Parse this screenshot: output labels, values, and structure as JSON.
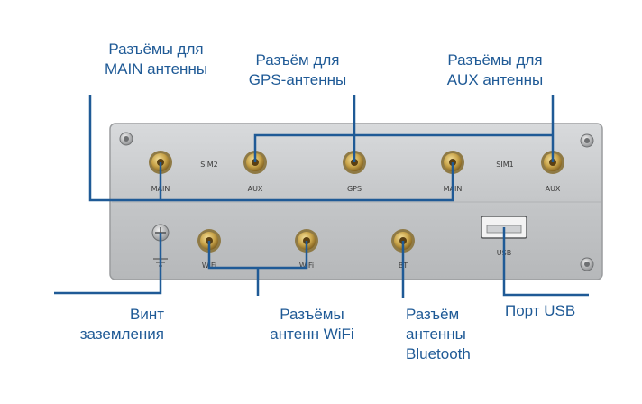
{
  "callouts": {
    "main": {
      "line1": "Разъёмы для",
      "line2": "MAIN антенны"
    },
    "gps": {
      "line1": "Разъём для",
      "line2": "GPS-антенны"
    },
    "aux": {
      "line1": "Разъёмы для",
      "line2": "AUX антенны"
    },
    "ground": {
      "line1": "Винт",
      "line2": "заземления"
    },
    "wifi": {
      "line1": "Разъёмы",
      "line2": "антенн WiFi"
    },
    "bt": {
      "line1": "Разъём",
      "line2": "антенны",
      "line3": "Bluetooth"
    },
    "usb": {
      "line1": "Порт USB"
    }
  },
  "panel_labels": {
    "sim2": "SIM2",
    "sim1": "SIM1",
    "main_left": "MAIN",
    "aux_left": "AUX",
    "gps": "GPS",
    "main_right": "MAIN",
    "aux_right": "AUX",
    "wifi_left": "WiFi",
    "wifi_right": "WiFi",
    "bt": "BT",
    "usb": "USB"
  },
  "colors": {
    "callout_line": "#1f5a96",
    "panel_fill": "#c9cbcd",
    "panel_border": "#9a9c9e",
    "connector_gold": "#c9a44a"
  }
}
